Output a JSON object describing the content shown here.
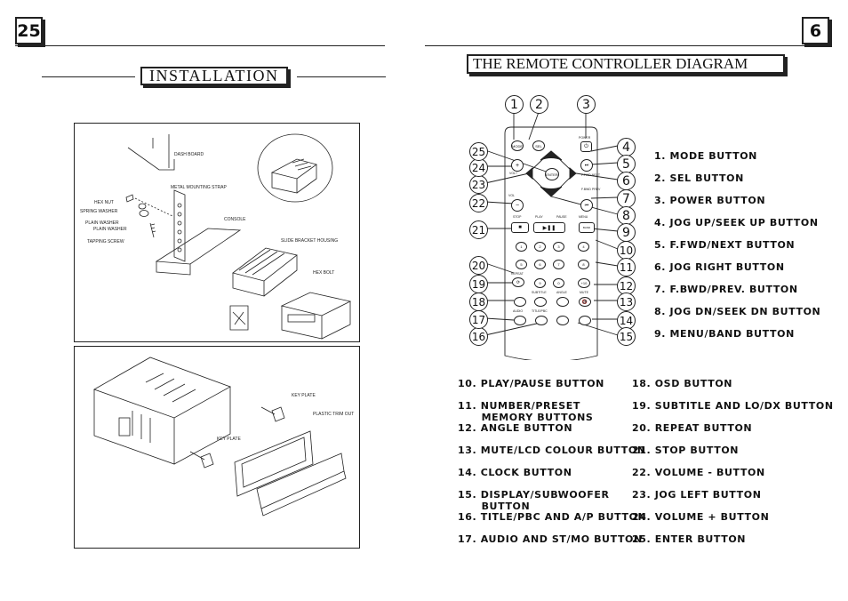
{
  "left_page": {
    "page_number": "25",
    "title": "INSTALLATION",
    "diagram1_labels": {
      "dash_board": "DASH BOARD",
      "metal_strap": "METAL MOUNTING STRAP",
      "hex_nut": "HEX NUT",
      "spring_washer": "SPRING WASHER",
      "plain_washer_1": "PLAIN WASHER",
      "plain_washer_2": "PLAIN WASHER",
      "tapping_screw": "TAPPING SCREW",
      "console": "CONSOLE",
      "slide_bracket": "SLIDE BRACKET HOUSING",
      "hex_bolt": "HEX BOLT"
    },
    "diagram2_labels": {
      "key_plate_1": "KEY PLATE",
      "key_plate_2": "KEY PLATE",
      "plastic_trim": "PLASTIC TRIM OUT"
    }
  },
  "right_page": {
    "page_number": "6",
    "title": "THE REMOTE CONTROLLER DIAGRAM",
    "callouts": [
      "1",
      "2",
      "3",
      "4",
      "5",
      "6",
      "7",
      "8",
      "9",
      "10",
      "11",
      "12",
      "13",
      "14",
      "15",
      "16",
      "17",
      "18",
      "19",
      "20",
      "21",
      "22",
      "23",
      "24",
      "25"
    ],
    "remote_labels": {
      "mode": "MODE",
      "sel": "SEL",
      "power": "POWER",
      "vol_plus": "VOL+",
      "vol": "VOL",
      "fwd_next": "F.FWD NEXT",
      "fbwd_prev": "F.BWD PREV",
      "enter": "ENTER",
      "stop": "STOP",
      "play": "PLAY",
      "pause": "PAUSE",
      "menu": "MENU",
      "repeat": "REPEAT",
      "subtitle": "SUBTITLE",
      "angle": "ANGLE",
      "mute": "MUTE",
      "audio": "AUDIO",
      "title_pbc": "TITLE/PBC",
      "band": "BAND",
      "num1": "1",
      "num2": "2",
      "num3": "3",
      "num4": "4",
      "num5": "5",
      "num6": "6",
      "num7": "7",
      "num8": "8",
      "num9": "9",
      "num10": "10",
      "num0": "0",
      "num_plus10": "+10"
    },
    "button_list": [
      "1.  MODE BUTTON",
      "2.  SEL BUTTON",
      "3.  POWER BUTTON",
      "4.  JOG UP/SEEK UP BUTTON",
      "5.  F.FWD/NEXT BUTTON",
      "6.  JOG RIGHT BUTTON",
      "7.  F.BWD/PREV. BUTTON",
      "8.  JOG DN/SEEK DN BUTTON",
      "9.  MENU/BAND BUTTON"
    ],
    "col_left": [
      "10. PLAY/PAUSE BUTTON",
      "11. NUMBER/PRESET\n      MEMORY BUTTONS",
      "12. ANGLE BUTTON",
      "13. MUTE/LCD COLOUR BUTTON",
      "14. CLOCK BUTTON",
      "15. DISPLAY/SUBWOOFER\n      BUTTON",
      "16. TITLE/PBC AND A/P BUTTON",
      "17. AUDIO AND ST/MO BUTTON"
    ],
    "col_right": [
      "18. OSD BUTTON",
      "19. SUBTITLE AND LO/DX BUTTON",
      "20. REPEAT BUTTON",
      "21. STOP BUTTON",
      "22. VOLUME - BUTTON",
      "23. JOG LEFT BUTTON",
      "24. VOLUME + BUTTON",
      "25. ENTER BUTTON"
    ]
  }
}
